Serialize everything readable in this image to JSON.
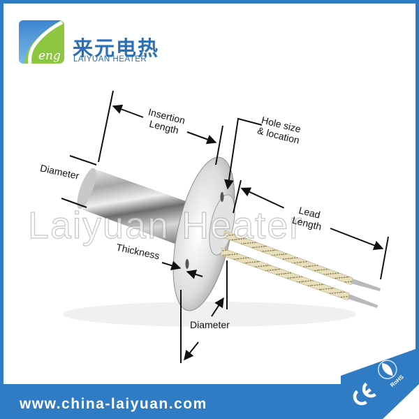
{
  "brand": {
    "logo_text": "eng",
    "name_cn": "来元电热",
    "name_en": "LAIYUAN HEATER",
    "colors": {
      "blue": "#2f7cc4",
      "green": "#8dc63f",
      "light_blue": "#5aa0dc"
    }
  },
  "diagram": {
    "subject": "Flanged cartridge heater",
    "labels": {
      "insertion_length": [
        "Insertion",
        "Length"
      ],
      "hole_size": [
        "Hole size",
        "& location"
      ],
      "diameter_body": "Diameter",
      "lead_length": [
        "Lead",
        "Length"
      ],
      "thickness": "Thickness",
      "diameter_flange": "Diameter"
    },
    "watermark": "Laiyuan Heater"
  },
  "footer": {
    "url": "www.china-laiyuan.com",
    "certifications": [
      "CE",
      "RoHS"
    ]
  }
}
